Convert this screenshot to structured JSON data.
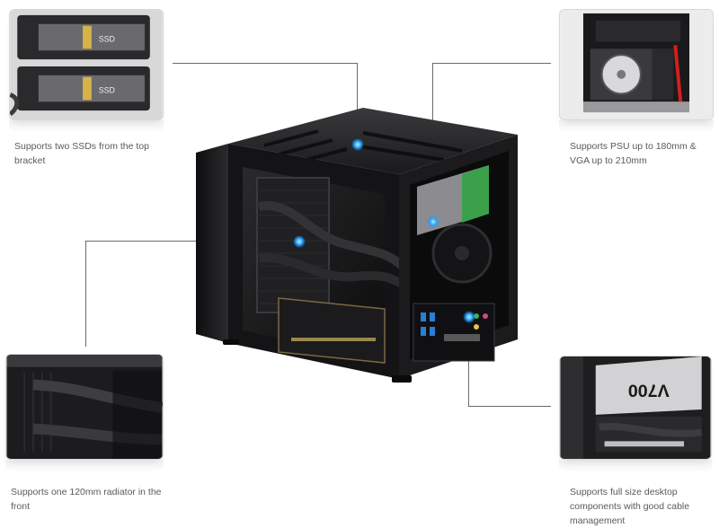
{
  "features": {
    "ssd": {
      "caption": "Supports two SSDs from the top bracket"
    },
    "psu": {
      "caption": "Supports PSU up to 180mm & VGA up to 210mm"
    },
    "radiator": {
      "caption": "Supports one 120mm radiator in the front"
    },
    "desktop": {
      "caption": "Supports full size desktop components with good cable management"
    }
  },
  "product_text": {
    "psu_brand_label": "V700",
    "ssd_label_1": "SSD",
    "ssd_label_2": "SSD"
  },
  "colors": {
    "accent": "#2aa8ff",
    "case_body": "#1c1c1e",
    "leader": "#6a6a6a",
    "caption_text": "#5a5a5a",
    "hdd_green": "#3aa04a"
  },
  "icons": {
    "callout_marker": "glowing-blue-dot"
  }
}
